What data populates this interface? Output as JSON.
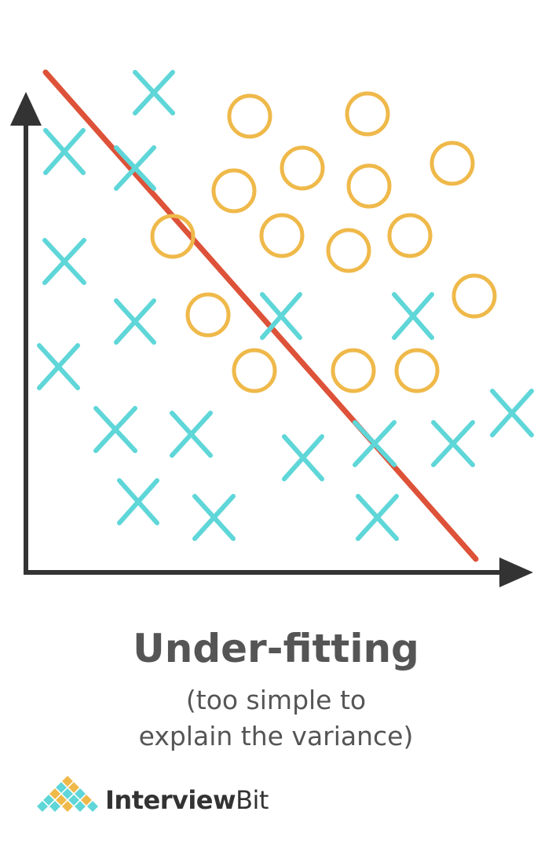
{
  "caption": {
    "title": "Under-fitting",
    "subtitle_line1": "(too simple to",
    "subtitle_line2": "explain the variance)"
  },
  "brand": {
    "name_part1": "Interview",
    "name_part2": "Bit"
  },
  "colors": {
    "cross": "#5fd6d8",
    "circle": "#efb94a",
    "fit_line": "#dd5238",
    "axes": "#333333",
    "text": "#555555"
  },
  "icons": {
    "cross_marker": "x-mark",
    "circle_marker": "o-mark",
    "logo": "diamond-grid-logo"
  }
}
